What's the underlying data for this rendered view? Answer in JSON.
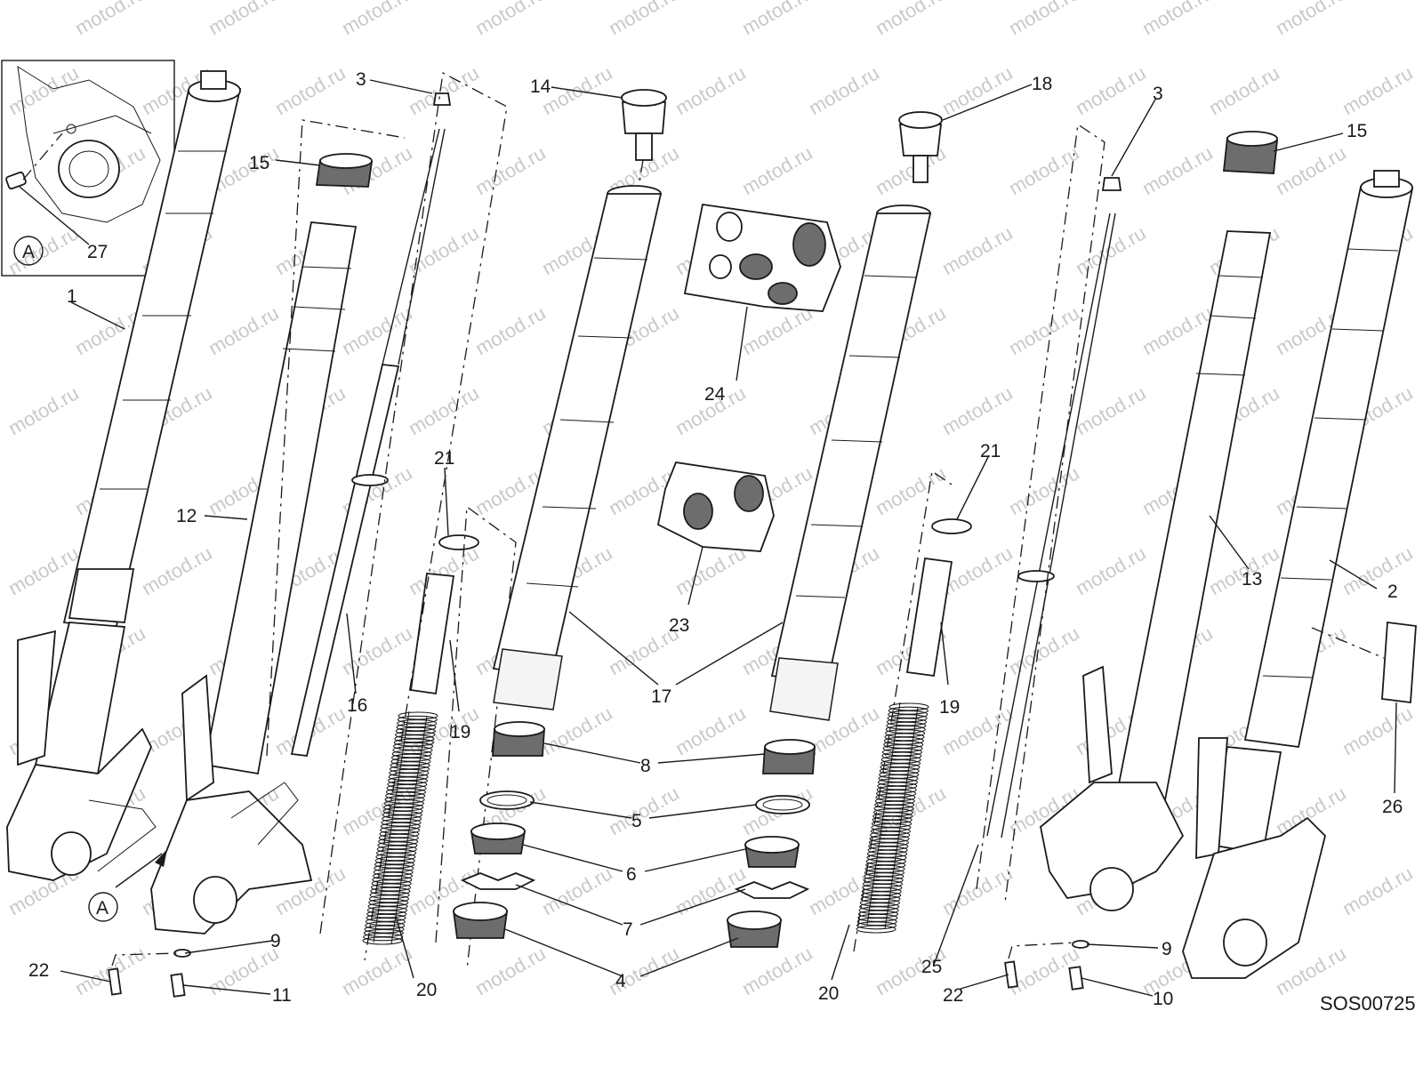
{
  "watermark": "motod.ru",
  "drawing_code": "SOS00725",
  "detail_marker": "A",
  "labels": [
    {
      "id": "l1",
      "text": "1"
    },
    {
      "id": "l2",
      "text": "2"
    },
    {
      "id": "l3a",
      "text": "3"
    },
    {
      "id": "l3b",
      "text": "3"
    },
    {
      "id": "l4",
      "text": "4"
    },
    {
      "id": "l5",
      "text": "5"
    },
    {
      "id": "l6",
      "text": "6"
    },
    {
      "id": "l7",
      "text": "7"
    },
    {
      "id": "l8",
      "text": "8"
    },
    {
      "id": "l9a",
      "text": "9"
    },
    {
      "id": "l9b",
      "text": "9"
    },
    {
      "id": "l10",
      "text": "10"
    },
    {
      "id": "l11",
      "text": "11"
    },
    {
      "id": "l12",
      "text": "12"
    },
    {
      "id": "l13",
      "text": "13"
    },
    {
      "id": "l14",
      "text": "14"
    },
    {
      "id": "l15a",
      "text": "15"
    },
    {
      "id": "l15b",
      "text": "15"
    },
    {
      "id": "l16",
      "text": "16"
    },
    {
      "id": "l17",
      "text": "17"
    },
    {
      "id": "l18",
      "text": "18"
    },
    {
      "id": "l19a",
      "text": "19"
    },
    {
      "id": "l19b",
      "text": "19"
    },
    {
      "id": "l20a",
      "text": "20"
    },
    {
      "id": "l20b",
      "text": "20"
    },
    {
      "id": "l21a",
      "text": "21"
    },
    {
      "id": "l21b",
      "text": "21"
    },
    {
      "id": "l22a",
      "text": "22"
    },
    {
      "id": "l22b",
      "text": "22"
    },
    {
      "id": "l23",
      "text": "23"
    },
    {
      "id": "l24",
      "text": "24"
    },
    {
      "id": "l25",
      "text": "25"
    },
    {
      "id": "l26",
      "text": "26"
    },
    {
      "id": "l27",
      "text": "27"
    }
  ]
}
